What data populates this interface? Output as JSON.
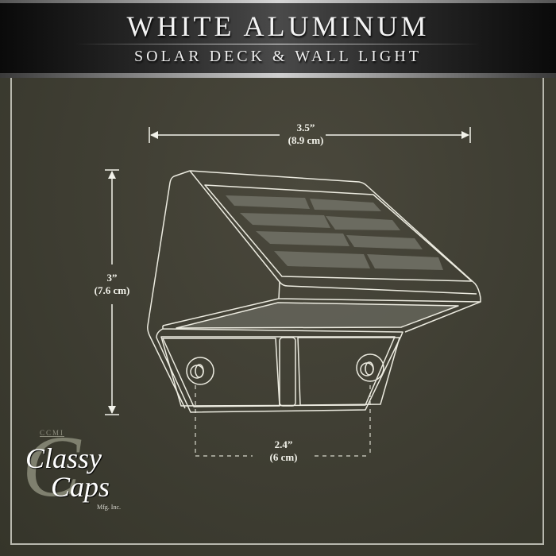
{
  "banner": {
    "title": "WHITE ALUMINUM",
    "subtitle": "SOLAR DECK & WALL LIGHT"
  },
  "dimensions": {
    "width": {
      "inches": "3.5”",
      "cm": "(8.9 cm)"
    },
    "height": {
      "inches": "3”",
      "cm": "(7.6 cm)"
    },
    "mount_spacing": {
      "inches": "2.4”",
      "cm": "(6 cm)"
    }
  },
  "logo": {
    "prefix": "CCMI",
    "initial": "C",
    "line1": "Classy",
    "line2": "Caps",
    "suffix": "Mfg. Inc."
  },
  "colors": {
    "background": "#3f3e33",
    "line": "#ecebe0",
    "solar_cell": "#6b6b60",
    "banner": "#1a1a1a"
  }
}
